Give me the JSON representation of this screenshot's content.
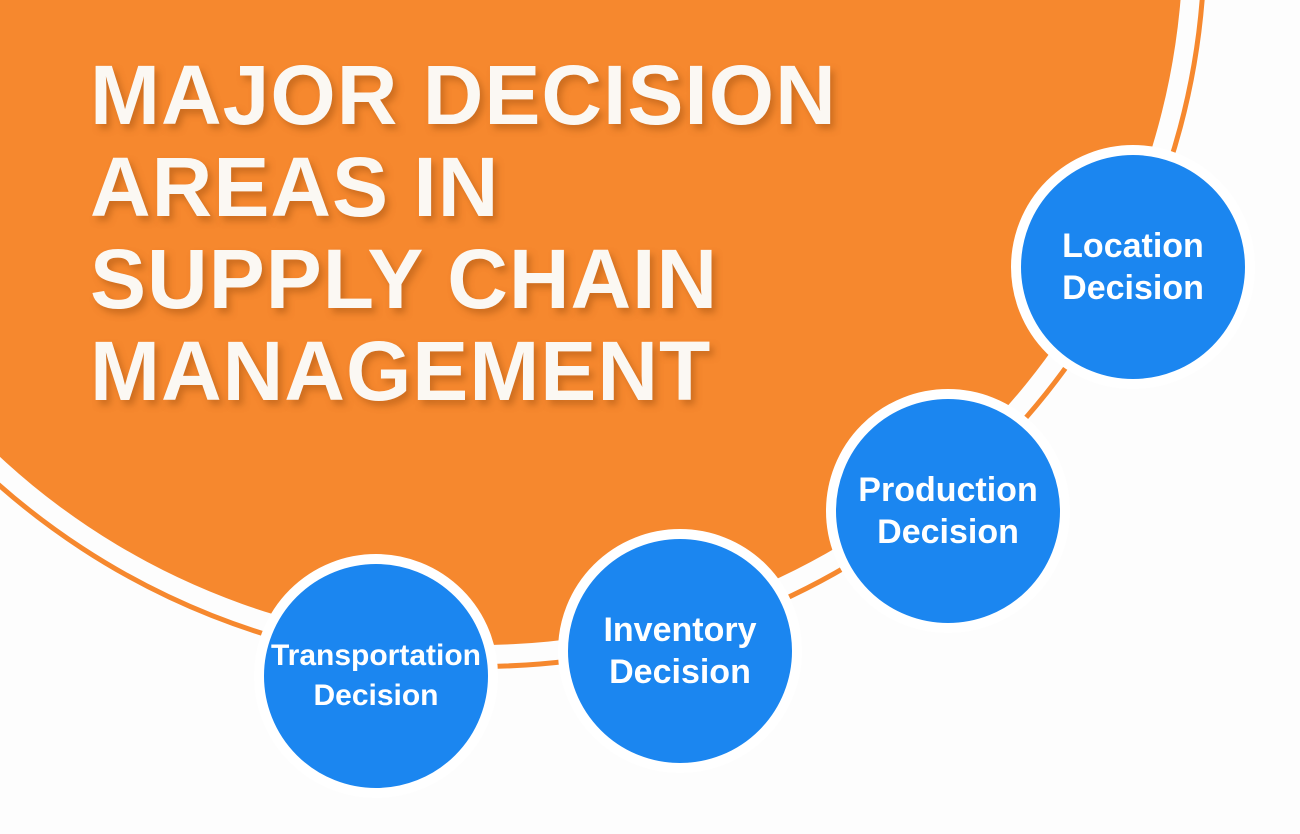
{
  "title": {
    "lines": [
      "MAJOR DECISION",
      "AREAS IN",
      "SUPPLY CHAIN",
      "MANAGEMENT"
    ]
  },
  "nodes": [
    {
      "id": "location",
      "line1": "Location",
      "line2": "Decision"
    },
    {
      "id": "production",
      "line1": "Production",
      "line2": "Decision"
    },
    {
      "id": "inventory",
      "line1": "Inventory",
      "line2": "Decision"
    },
    {
      "id": "transportation",
      "line1": "Transportation",
      "line2": "Decision"
    }
  ],
  "colors": {
    "orange": "#F6882E",
    "blue": "#1B86F0",
    "white": "#FFFFFF",
    "background": "#FDFDFD",
    "title_text": "#FBF8F3"
  }
}
